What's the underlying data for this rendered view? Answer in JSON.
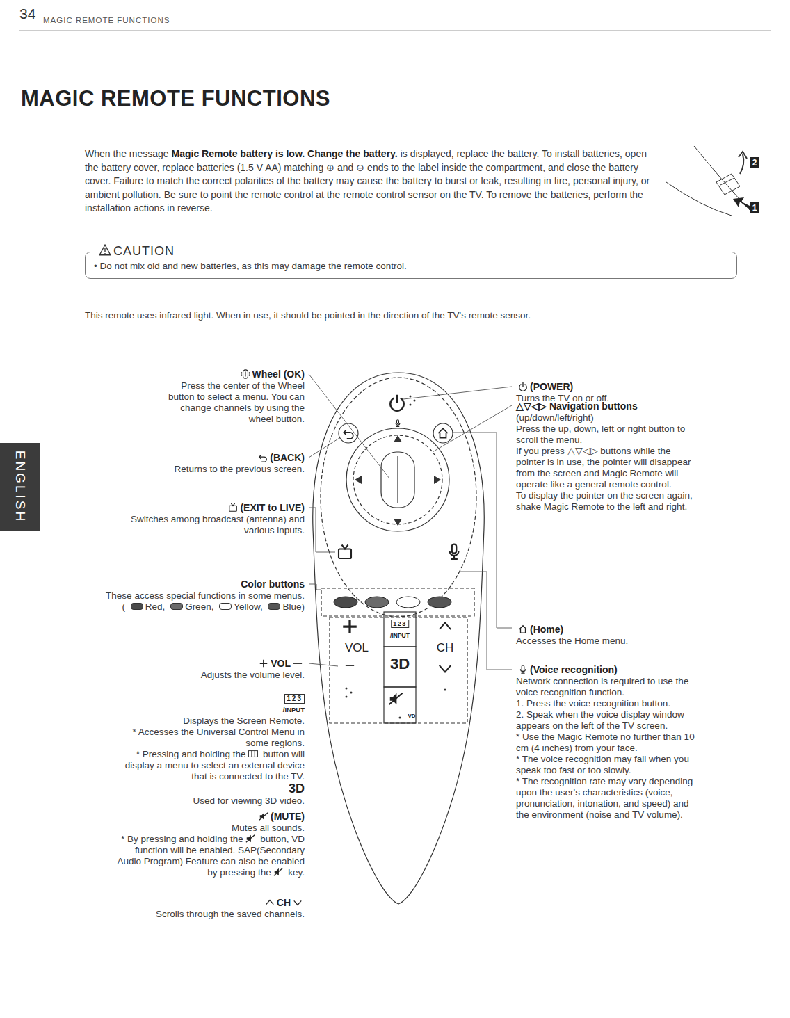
{
  "diagram": {
    "title": "MAGIC REMOTE FUNCTIONS",
    "nodes": [
      {
        "text": [
          "CAUTION",
          "• Do not mix old and new batteries, as this may damage the remote control."
        ]
      }
    ],
    "edges": [],
    "labels": [
      "34",
      "MAGIC REMOTE FUNCTIONS",
      "When the message",
      "Magic Remote battery is low. Change the battery.",
      "is displayed, replace the battery. To install batteries, open the battery cover, replace batteries (1.5 V AA) matching ⊕ and ⊖ ends to the label inside the compartment, and close the battery cover. Failure to match the correct polarities of the battery may cause the battery to burst or leak, resulting in fire, personal injury, or ambient pollution. Be sure to point the remote control at the remote control sensor on the TV. To remove the batteries, perform the installation actions in reverse.",
      "2",
      "1",
      "This remote uses infrared light. When in use, it should be pointed in the direction of the TV's remote sensor.",
      "ENGLISH",
      "Wheel (OK)",
      "Press the center of the Wheel button to select a menu. You can change channels by using the wheel button.",
      "(BACK)",
      "Returns to the previous screen.",
      "(EXIT to LIVE)",
      "Switches among broadcast (antenna) and various inputs.",
      "Color buttons",
      "These access special functions in some menus.",
      "(",
      "VOL",
      "Adjusts the volume level.",
      "123",
      "/INPUT",
      "Displays the Screen Remote.",
      "* Accesses the Universal Control Menu in some regions.",
      "* Pressing and holding the",
      "button will display a menu to select an external device that is connected to the TV.",
      "3D",
      "Used for viewing 3D video.",
      "(MUTE)",
      "Mutes all sounds.",
      "* By pressing and holding the",
      "button, VD function will be enabled. SAP(Secondary Audio Program) Feature can also be enabled by pressing the",
      "key.",
      "CH",
      "Scrolls through the saved channels.",
      "(POWER)",
      "Turns the TV on or off.",
      "△▽◁▷ Navigation buttons",
      "(up/down/left/right)",
      "Press the up, down, left or right button to scroll the menu.",
      "If you press △▽◁▷ buttons while the pointer is in use, the pointer will disappear from the screen and Magic Remote will operate like a general remote control.",
      "To display the pointer on the screen again, shake Magic Remote to the left and right.",
      "(Home)",
      "Accesses the Home menu.",
      "(Voice recognition)",
      "Network connection is required to use the voice recognition function.",
      "1. Press the voice recognition button.",
      "2. Speak when the voice display window appears on the left of the TV screen.",
      "* Use the Magic Remote no further than 10 cm (4 inches) from your face.",
      "* The voice recognition may fail when you speak too fast or too slowly.",
      "* The recognition rate may vary depending upon the user's characteristics (voice, pronunciation, intonation, and speed) and the environment (noise and TV volume).",
      "123",
      "/INPUT",
      "VOL",
      "CH",
      "3D",
      "VD"
    ],
    "legend": [
      {
        "text": "Red,",
        "color": "#4a4a4a"
      },
      {
        "text": "Green,",
        "color": "#6a6a6a"
      },
      {
        "text": "Yellow,",
        "color": "#ffffff"
      },
      {
        "text": "Blue)",
        "color": "#555555"
      }
    ]
  }
}
